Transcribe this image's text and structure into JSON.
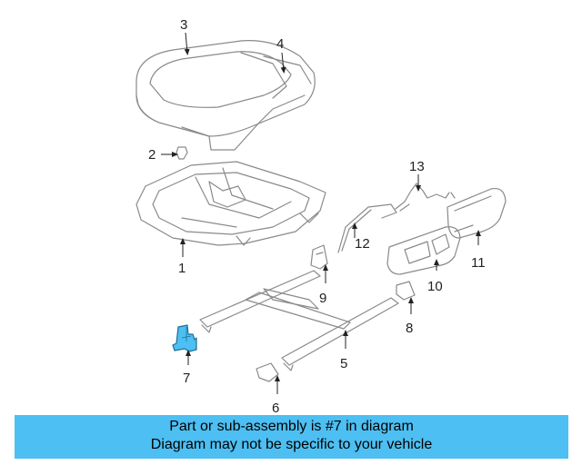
{
  "diagram": {
    "callouts": [
      "1",
      "2",
      "3",
      "4",
      "5",
      "6",
      "7",
      "8",
      "9",
      "10",
      "11",
      "12",
      "13"
    ],
    "highlight_color": "#4dbff2",
    "highlighted_part": "7"
  },
  "banner": {
    "line1": "Part or sub-assembly is #7 in diagram",
    "line2": "Diagram may not be specific to your vehicle",
    "background": "#4dbff2"
  }
}
